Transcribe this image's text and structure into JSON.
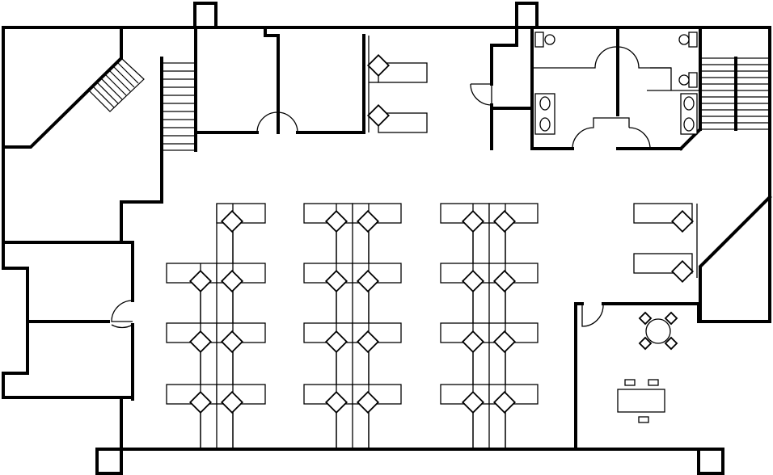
{
  "plan": {
    "drawing_type": "office-floor-plan",
    "background": "#ffffff",
    "line_color": "#000000",
    "workstation_clusters": 4,
    "meeting_tables": 2,
    "restrooms": 2,
    "stairwells": 3
  }
}
